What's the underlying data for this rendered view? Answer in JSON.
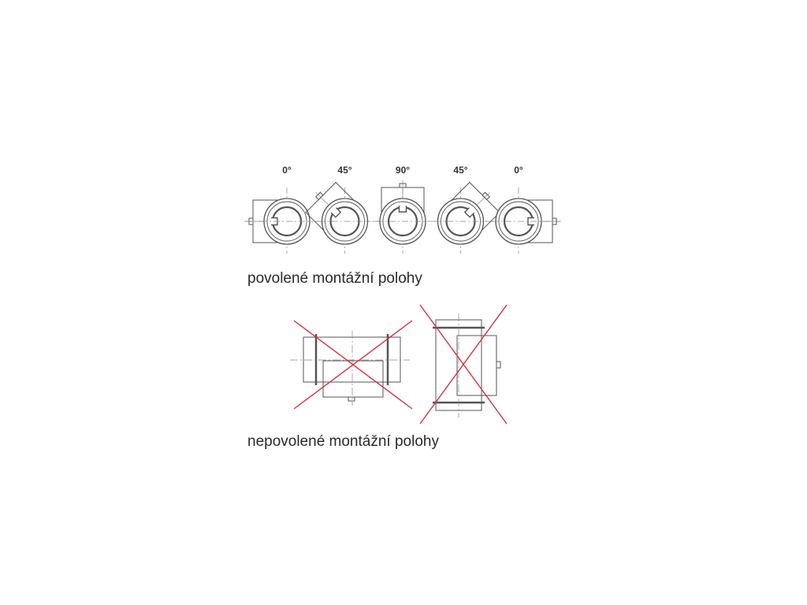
{
  "allowed": {
    "caption": "povolené montážní polohy",
    "positions": [
      {
        "label": "0°",
        "rotation": -90
      },
      {
        "label": "45°",
        "rotation": -45
      },
      {
        "label": "90°",
        "rotation": 0
      },
      {
        "label": "45°",
        "rotation": 45
      },
      {
        "label": "0°",
        "rotation": 90
      }
    ]
  },
  "forbidden": {
    "caption": "nepovolené montážní polohy"
  },
  "colors": {
    "line": "#555555",
    "centerline": "#888888",
    "cross": "#d9323c",
    "text": "#2a2a2a"
  }
}
